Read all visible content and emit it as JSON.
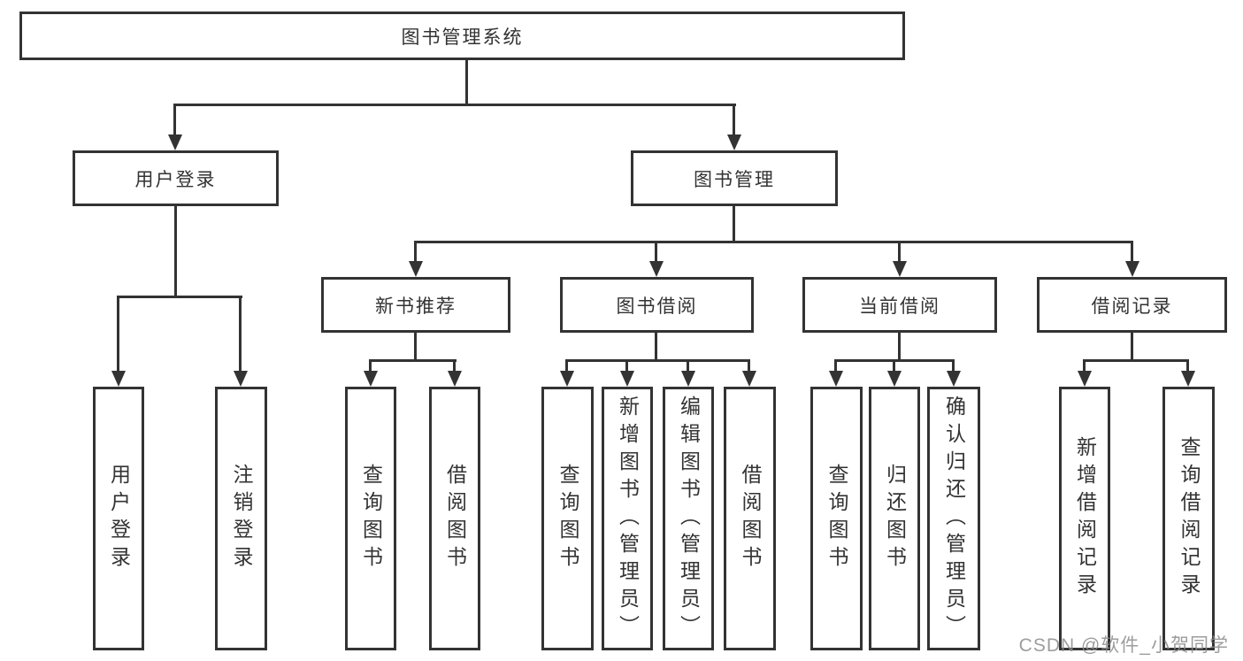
{
  "watermark": "CSDN @软件_小贺同学",
  "colors": {
    "line": "#333333",
    "text": "#333333",
    "watermark": "#8c8c8c",
    "background": "#ffffff"
  },
  "tree": {
    "root": {
      "label": "图书管理系统",
      "children": [
        {
          "label": "用户登录",
          "children": [
            {
              "label": "用户登录"
            },
            {
              "label": "注销登录"
            }
          ]
        },
        {
          "label": "图书管理",
          "children": [
            {
              "label": "新书推荐",
              "children": [
                {
                  "label": "查询图书"
                },
                {
                  "label": "借阅图书"
                }
              ]
            },
            {
              "label": "图书借阅",
              "children": [
                {
                  "label": "查询图书"
                },
                {
                  "label": "新增图书（管理员）"
                },
                {
                  "label": "编辑图书（管理员）"
                },
                {
                  "label": "借阅图书"
                }
              ]
            },
            {
              "label": "当前借阅",
              "children": [
                {
                  "label": "查询图书"
                },
                {
                  "label": "归还图书"
                },
                {
                  "label": "确认归还（管理员）"
                }
              ]
            },
            {
              "label": "借阅记录",
              "children": [
                {
                  "label": "新增借阅记录"
                },
                {
                  "label": "查询借阅记录"
                }
              ]
            }
          ]
        }
      ]
    }
  }
}
